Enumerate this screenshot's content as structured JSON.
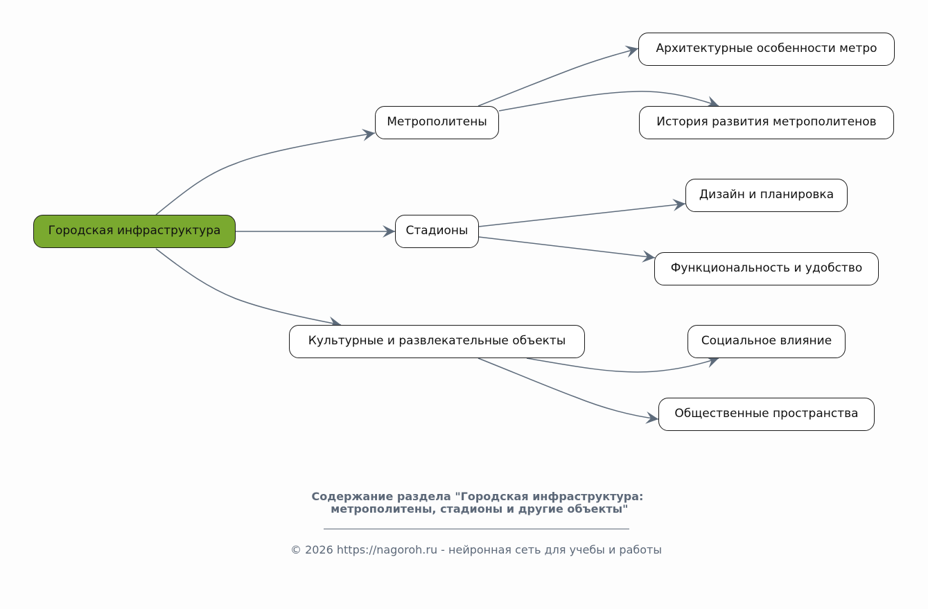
{
  "diagram": {
    "root": "Городская инфраструктура",
    "branches": [
      "Метрополитены",
      "Стадионы",
      "Культурные и развлекательные объекты"
    ],
    "leaves": [
      "Архитектурные особенности метро",
      "История развития метрополитенов",
      "Дизайн и планировка",
      "Функциональность и удобство",
      "Социальное влияние",
      "Общественные пространства"
    ],
    "colors": {
      "root_fill": "#7aa92f",
      "node_fill": "#ffffff",
      "node_border": "#1a1a1a",
      "edge": "#5d6b7b",
      "caption_text": "#5c6878"
    }
  },
  "caption": {
    "title": "Содержание раздела \"Городская инфраструктура:\n метрополитены, стадионы и другие объекты\""
  },
  "footer": {
    "text": "© 2026 https://nagoroh.ru - нейронная сеть для учебы и работы"
  }
}
